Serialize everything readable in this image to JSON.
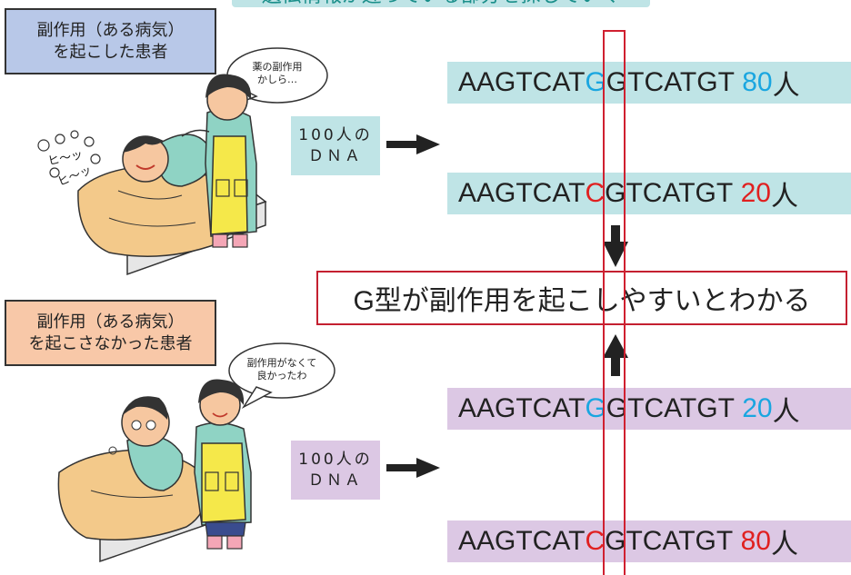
{
  "top_banner": {
    "text": "遺伝情報が違っている部分を探していく"
  },
  "group1": {
    "title": "副作用（ある病気）\nを起こした患者",
    "bubble": "薬の副作用\nかしら…",
    "sfx1": "ヒ～ッ",
    "sfx2": "ヒ～ッ",
    "dna_label": "100人の\nＤＮＡ",
    "title_bg": "#b8c8e8"
  },
  "group2": {
    "title": "副作用（ある病気）\nを起こさなかった患者",
    "bubble": "副作用がなくて\n良かったわ",
    "dna_label": "100人の\nＤＮＡ",
    "title_bg": "#f8c8a8"
  },
  "sequences": [
    {
      "prefix": "AAGTCAT",
      "base": "G",
      "suffix": "GTCATGT",
      "count": "80",
      "unit": "人",
      "bg": "#bfe4e6"
    },
    {
      "prefix": "AAGTCAT",
      "base": "C",
      "suffix": "GTCATGT",
      "count": "20",
      "unit": "人",
      "bg": "#bfe4e6"
    },
    {
      "prefix": "AAGTCAT",
      "base": "G",
      "suffix": "GTCATGT",
      "count": "20",
      "unit": "人",
      "bg": "#dcc8e4"
    },
    {
      "prefix": "AAGTCAT",
      "base": "C",
      "suffix": "GTCATGT",
      "count": "80",
      "unit": "人",
      "bg": "#dcc8e4"
    }
  ],
  "conclusion": "G型が副作用を起こしやすいとわかる",
  "colors": {
    "g_base": "#1aa6e0",
    "c_base": "#e02020",
    "highlight": "#d02030",
    "arrow": "#222222"
  }
}
